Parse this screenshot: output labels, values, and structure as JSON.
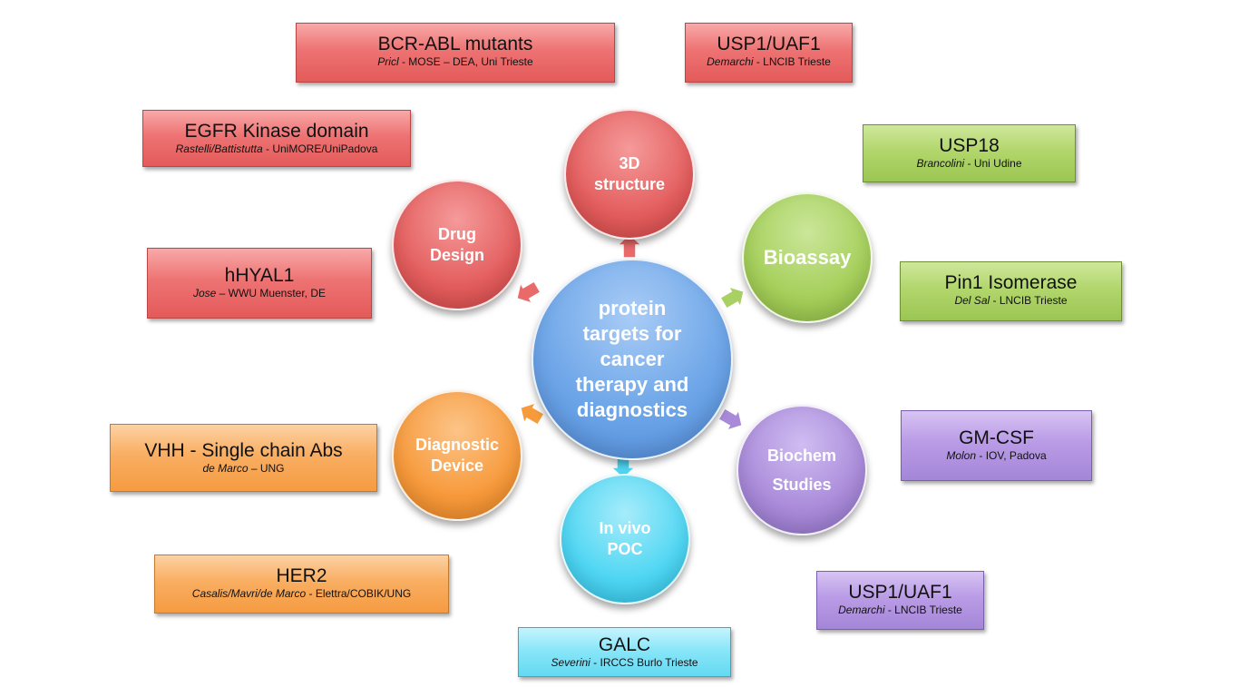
{
  "colors": {
    "red": "#e85c5c",
    "green": "#a5cf5a",
    "purple": "#a98ad9",
    "orange": "#f79a3c",
    "cyan": "#4fd6f3",
    "blue": "#5b9be3"
  },
  "center": {
    "lines": [
      "protein",
      "targets for",
      "cancer",
      "therapy and",
      "diagnostics"
    ]
  },
  "nodes": {
    "structure": [
      "3D",
      "structure"
    ],
    "bioassay": [
      "Bioassay"
    ],
    "biochem": [
      "Biochem",
      "Studies"
    ],
    "invivo": [
      "In vivo",
      "POC"
    ],
    "diagnostic": [
      "Diagnostic",
      "Device"
    ],
    "drug": [
      "Drug",
      "Design"
    ]
  },
  "boxes": {
    "bcr": {
      "title": "BCR-ABL mutants",
      "who": "Pricl",
      "where": " - MOSE – DEA, Uni Trieste"
    },
    "usp1_top": {
      "title": "USP1/UAF1",
      "who": "Demarchi",
      "where": " - LNCIB Trieste"
    },
    "egfr": {
      "title": "EGFR Kinase domain",
      "who": "Rastelli/Battistutta",
      "where": "  - UniMORE/UniPadova"
    },
    "usp18": {
      "title": "USP18",
      "who": "Brancolini",
      "where": " - Uni Udine"
    },
    "hhyal1": {
      "title": "hHYAL1",
      "who": "Jose",
      "where": " – WWU Muenster, DE"
    },
    "pin1": {
      "title": "Pin1 Isomerase",
      "who": "Del Sal",
      "where": " - LNCIB Trieste"
    },
    "vhh": {
      "title": "VHH - Single chain Abs",
      "who": "de Marco",
      "where": " – UNG"
    },
    "gmcsf": {
      "title": "GM-CSF",
      "who": "Molon",
      "where": " - IOV, Padova"
    },
    "her2": {
      "title": "HER2",
      "who": "Casalis/Mavri/de Marco",
      "where": " - Elettra/COBIK/UNG"
    },
    "usp1_bottom": {
      "title": "USP1/UAF1",
      "who": "Demarchi",
      "where": " - LNCIB Trieste"
    },
    "galc": {
      "title": "GALC",
      "who": "Severini",
      "where": " - IRCCS Burlo Trieste"
    }
  }
}
